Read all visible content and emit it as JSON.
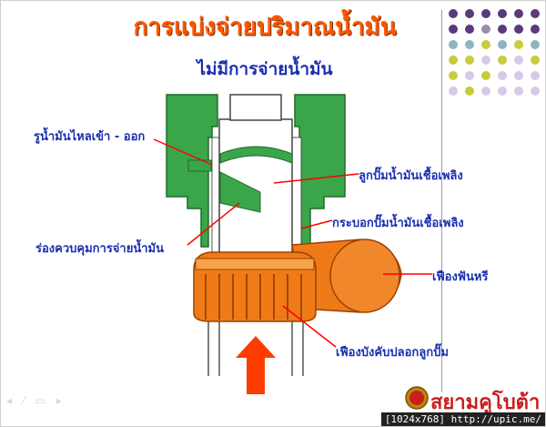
{
  "slide": {
    "title": "การแบ่งจ่ายปริมาณน้ำมัน",
    "subtitle": "ไม่มีการจ่ายน้ำมัน"
  },
  "labels": {
    "oil_hole": "รูน้ำมันไหลเข้า - ออก",
    "plunger": "ลูกปั๊มน้ำมันเชื้อเพลิง",
    "barrel": "กระบอกปั๊มน้ำมันเชื้อเพลิง",
    "control_groove": "ร่องควบคุมการจ่ายน้ำมัน",
    "worm_gear": "เฟืองฟันหรี",
    "control_sleeve_gear": "เฟืองบังคับปลอกลูกปั๊ม"
  },
  "brand": {
    "name": "สยามคูโบต้า"
  },
  "watermark": "[1024x768] http://upic.me/",
  "colors": {
    "title": "#ff5a00",
    "subtitle": "#1a2fb0",
    "label": "#1a2fb0",
    "pump_body": "#3aa64a",
    "gear": "#f07a18",
    "arrow": "#ff3c00",
    "pointer": "#ff0000",
    "dots": [
      "#5a3a7e",
      "#9a8fb0",
      "#8fb3c0",
      "#c8cc3c",
      "#d8c8e8"
    ]
  }
}
